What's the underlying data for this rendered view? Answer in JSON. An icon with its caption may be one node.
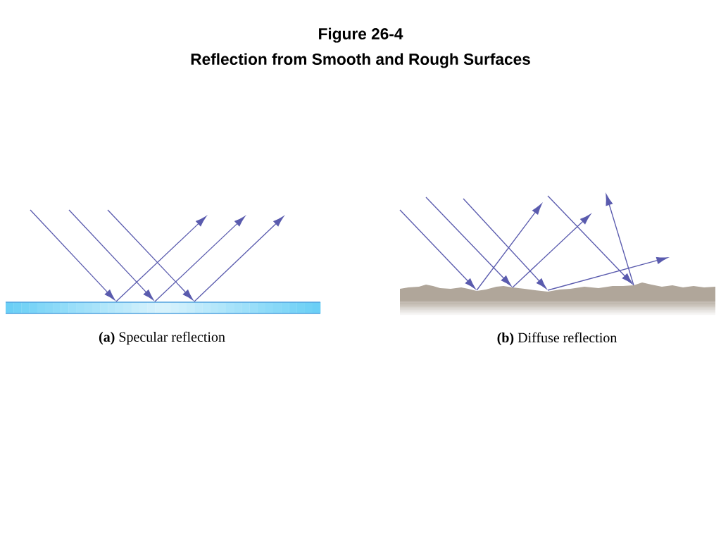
{
  "diagram": {
    "title": "Figure 26-4",
    "labels": [
      "Reflection from Smooth and Rough Surfaces",
      "**(a)** Specular reflection",
      "**(b)** Diffuse reflection"
    ]
  }
}
